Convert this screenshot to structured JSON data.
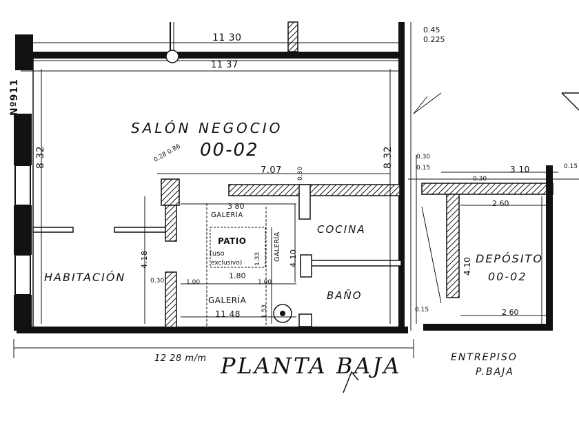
{
  "rooms": {
    "salon_line1": "SALÓN NEGOCIO",
    "salon_line2": "00-02",
    "cocina": "COCINA",
    "habitacion": "HABITACIÓN",
    "bano": "BAÑO",
    "patio_line1": "PATIO",
    "patio_line2": "(uso",
    "patio_line3": "exclusivo)",
    "galeria_top": "GALERÍA",
    "galeria_bottom": "GALERÍA",
    "galeria_vertical": "GALERÍA",
    "deposito_line1": "DEPÓSITO",
    "deposito_line2": "00-02"
  },
  "titles": {
    "planta_baja": "PLANTA BAJA",
    "entrepiso_line1": "ENTREPISO",
    "entrepiso_line2": "P.BAJA",
    "n911": "Nº911"
  },
  "dimensions": {
    "top_width": "11 30",
    "inner_width": "11 37",
    "left_height": "8 32",
    "right_height": "8 32",
    "interior_707": "7.07",
    "galeria_380": "3 80",
    "patio_180": "1.80",
    "dim_100a": "1.00",
    "dim_100b": "1.00",
    "dim_410": "4.10",
    "dim_418": "4.18",
    "dim_153": "1.53",
    "dim_133": "1.33",
    "dim_1148": "11 48",
    "bottom_total": "12 28 m/m",
    "depo_310": "3 10",
    "depo_260_top": "2 60",
    "depo_260_bottom": "2 60",
    "depo_410": "4.10",
    "right_045": "0.45",
    "right_0225": "0.225",
    "right_030": "0.30",
    "right_015": "0.15",
    "depo_015": "0.15",
    "depo_030": "0.30",
    "depo_015b": "0.15",
    "dim_030_left": "0.30",
    "dim_086": "0.28 0.86",
    "dim_030_cocina": "0.30"
  }
}
